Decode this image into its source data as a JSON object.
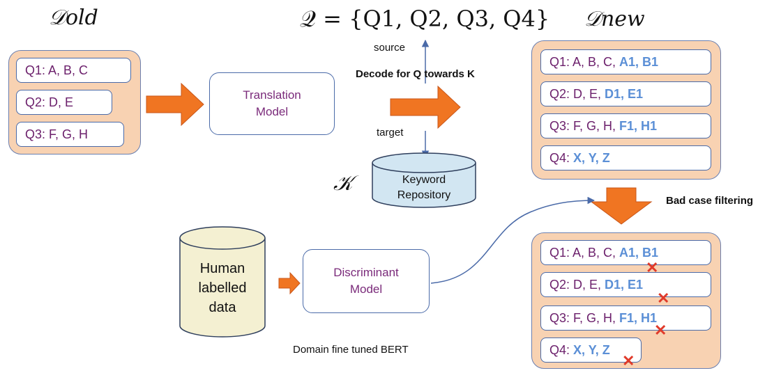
{
  "headers": {
    "d_old": "𝒟old",
    "q_set": "𝒬 = {Q1, Q2, Q3, Q4}",
    "d_new": "𝒟new",
    "k": "𝒦"
  },
  "old_items": [
    "Q1: A, B, C",
    "Q2: D, E",
    "Q3: F, G, H"
  ],
  "new_items": [
    {
      "base": "Q1: A, B, C,",
      "add": "A1, B1"
    },
    {
      "base": "Q2: D, E,",
      "add": "D1, E1"
    },
    {
      "base": "Q3: F, G, H,",
      "add": "F1, H1"
    },
    {
      "base": "Q4:",
      "add": "X, Y, Z"
    }
  ],
  "filtered_items": [
    {
      "base": "Q1: A, B, C,",
      "add": "A1, B1"
    },
    {
      "base": "Q2: D, E,",
      "add": "D1, E1"
    },
    {
      "base": "Q3: F, G, H,",
      "add": "F1, H1"
    },
    {
      "base": "Q4:",
      "add": "X, Y, Z"
    }
  ],
  "translation_model": {
    "line1": "Translation",
    "line2": "Model"
  },
  "discriminant_model": {
    "line1": "Discriminant",
    "line2": "Model"
  },
  "keyword_repo": {
    "line1": "Keyword",
    "line2": "Repository"
  },
  "human_data": {
    "line1": "Human",
    "line2": "labelled",
    "line3": "data"
  },
  "labels": {
    "source": "source",
    "target": "target",
    "decode": "Decode for Q towards K",
    "bad_case": "Bad case filtering",
    "bert": "Domain fine tuned BERT"
  },
  "x_mark": "✕",
  "colors": {
    "arrow": "#f07522",
    "panel": "#f8d2b2",
    "border": "#4a6aa8",
    "added": "#5b8fd6",
    "query": "#6b1f6b"
  }
}
